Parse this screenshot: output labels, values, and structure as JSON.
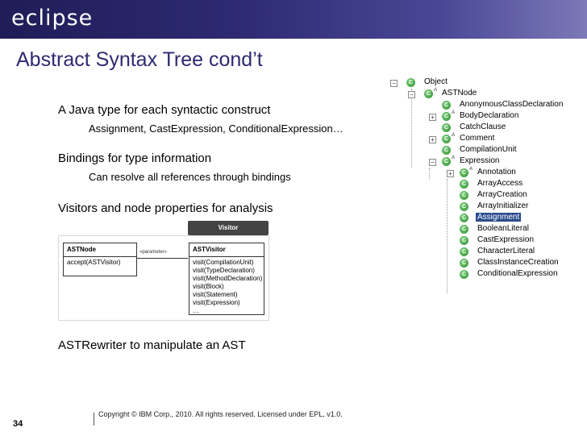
{
  "header": {
    "logo": "eclipse"
  },
  "slide": {
    "title": "Abstract Syntax Tree cond’t",
    "bullets": [
      {
        "text": "A Java type for each syntactic construct",
        "sub": "Assignment, CastExpression, ConditionalExpression…"
      },
      {
        "text": "Bindings for type information",
        "sub": "Can resolve all references through bindings"
      },
      {
        "text": "Visitors and node properties for analysis",
        "sub": ""
      },
      {
        "text": "ASTRewriter to manipulate an AST",
        "sub": ""
      }
    ]
  },
  "diagram": {
    "tab_label": "Visitor",
    "left_box": {
      "name": "ASTNode",
      "method": "accept(ASTVisitor)"
    },
    "relation_label": "«parameter»",
    "right_box": {
      "name": "ASTVisitor",
      "methods": [
        "visit(CompilationUnit)",
        "visit(TypeDeclaration)",
        "visit(MethodDeclaration)",
        "visit(Block)",
        "visit(Statement)",
        "visit(Expression)",
        "…"
      ]
    }
  },
  "tree": {
    "items": [
      {
        "label": "Object",
        "expander": "−",
        "abstract": ""
      },
      {
        "label": "ASTNode",
        "expander": "−",
        "abstract": "A"
      },
      {
        "label": "AnonymousClassDeclaration",
        "expander": "",
        "abstract": ""
      },
      {
        "label": "BodyDeclaration",
        "expander": "+",
        "abstract": "A"
      },
      {
        "label": "CatchClause",
        "expander": "",
        "abstract": ""
      },
      {
        "label": "Comment",
        "expander": "+",
        "abstract": "A"
      },
      {
        "label": "CompilationUnit",
        "expander": "",
        "abstract": ""
      },
      {
        "label": "Expression",
        "expander": "−",
        "abstract": "A"
      },
      {
        "label": "Annotation",
        "expander": "+",
        "abstract": "A"
      },
      {
        "label": "ArrayAccess",
        "expander": "",
        "abstract": ""
      },
      {
        "label": "ArrayCreation",
        "expander": "",
        "abstract": ""
      },
      {
        "label": "ArrayInitializer",
        "expander": "",
        "abstract": ""
      },
      {
        "label": "Assignment",
        "expander": "",
        "abstract": "",
        "selected": true
      },
      {
        "label": "BooleanLiteral",
        "expander": "",
        "abstract": ""
      },
      {
        "label": "CastExpression",
        "expander": "",
        "abstract": ""
      },
      {
        "label": "CharacterLiteral",
        "expander": "",
        "abstract": ""
      },
      {
        "label": "ClassInstanceCreation",
        "expander": "",
        "abstract": ""
      },
      {
        "label": "ConditionalExpression",
        "expander": "",
        "abstract": ""
      }
    ]
  },
  "footer": {
    "page_number": "34",
    "copyright": "Copyright © IBM Corp., 2010. All rights reserved.  Licensed under EPL, v1.0."
  },
  "colors": {
    "header_dark": "#1f1d57",
    "title": "#2d2a72",
    "selection": "#2a4b8d",
    "class_icon": "#2f8f2f"
  }
}
